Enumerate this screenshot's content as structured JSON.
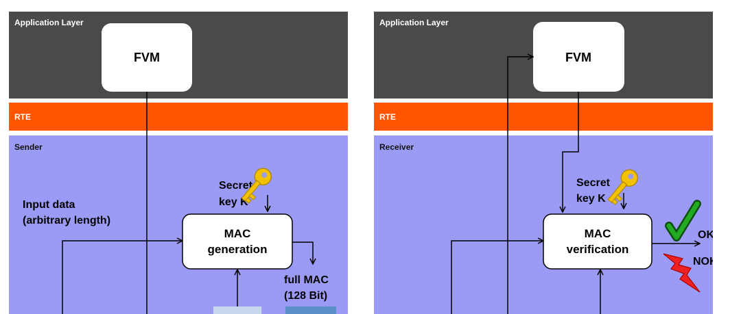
{
  "left": {
    "app_layer": "Application Layer",
    "fvm": "FVM",
    "rte": "RTE",
    "ecu_label": "Sender",
    "input_line1": "Input data",
    "input_line2": "(arbitrary length)",
    "key_line1": "Secret",
    "key_line2": "key K",
    "mac_line1": "MAC",
    "mac_line2": "generation",
    "full_mac_line1": "full MAC",
    "full_mac_line2": "(128 Bit)"
  },
  "right": {
    "app_layer": "Application Layer",
    "fvm": "FVM",
    "rte": "RTE",
    "ecu_label": "Receiver",
    "key_line1": "Secret",
    "key_line2": "key K",
    "mac_line1": "MAC",
    "mac_line2": "verification",
    "ok": "OK",
    "nok": "NOK"
  },
  "colors": {
    "application_layer": "#4a4a4a",
    "rte": "#ff5500",
    "ecu": "#9b9bf5",
    "key": "#f2c200",
    "check": "#22aa22",
    "lightning": "#ee2222"
  }
}
